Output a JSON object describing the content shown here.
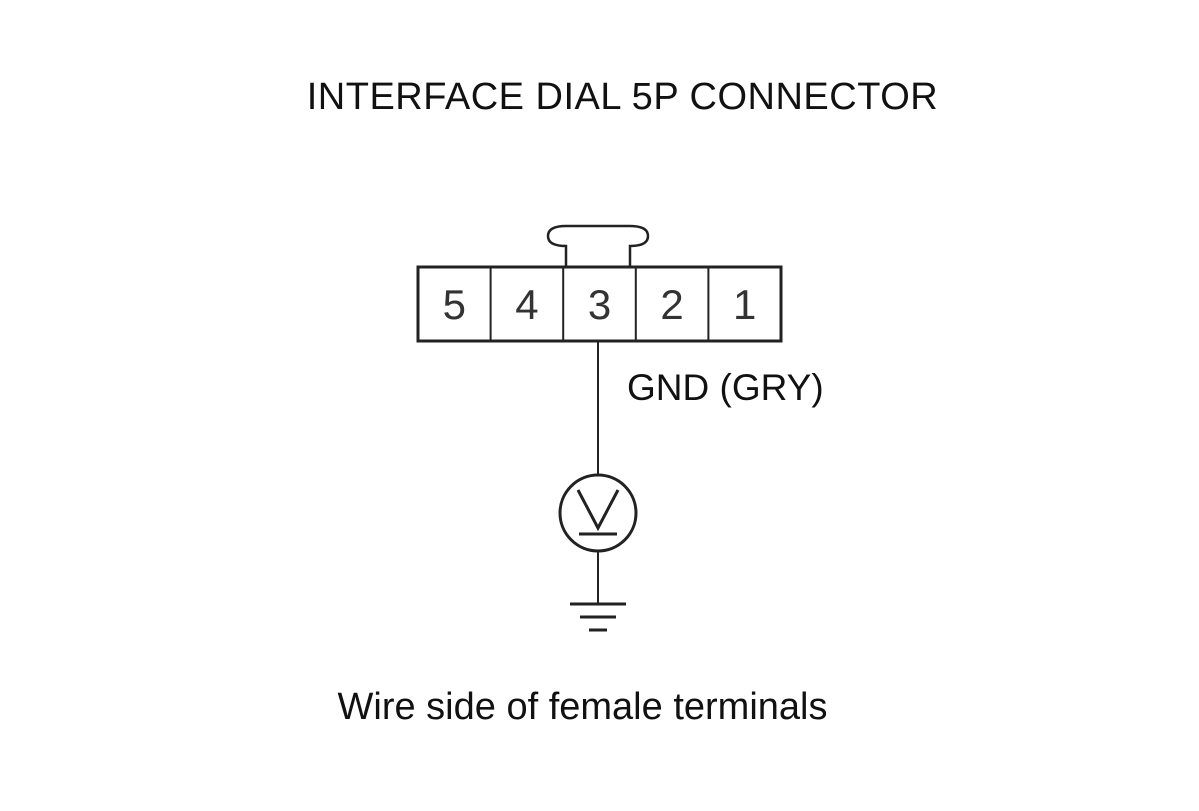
{
  "title": "INTERFACE DIAL 5P CONNECTOR",
  "connector": {
    "pins": [
      "5",
      "4",
      "3",
      "2",
      "1"
    ]
  },
  "wire_label": "GND (GRY)",
  "footer": "Wire side of female terminals",
  "symbols": {
    "meter": "voltmeter-icon",
    "ground": "ground-icon"
  }
}
